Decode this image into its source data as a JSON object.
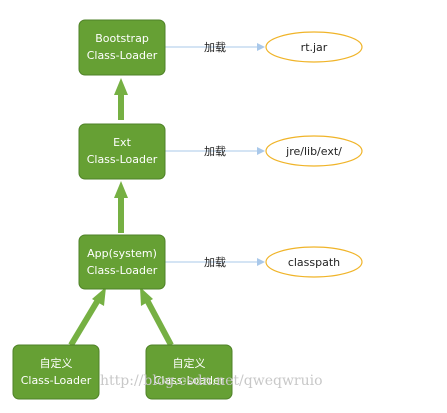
{
  "colors": {
    "node_fill": "#66a034",
    "node_stroke": "#4f8228",
    "arrow_green": "#76b043",
    "connector": "#a9c8ea",
    "ellipse_stroke": "#f0b429"
  },
  "nodes": {
    "bootstrap": {
      "line1": "Bootstrap",
      "line2": "Class-Loader"
    },
    "ext": {
      "line1": "Ext",
      "line2": "Class-Loader"
    },
    "app": {
      "line1": "App(system)",
      "line2": "Class-Loader"
    },
    "custom_left": {
      "line1": "自定义",
      "line2": "Class-Loader"
    },
    "custom_right": {
      "line1": "自定义",
      "line2": "Class-Loader"
    }
  },
  "load_rows": [
    {
      "label": "加载",
      "target": "rt.jar"
    },
    {
      "label": "加载",
      "target": "jre/lib/ext/"
    },
    {
      "label": "加载",
      "target": "classpath"
    }
  ],
  "watermark": "http://blog.csdn.net/qweqwruio"
}
